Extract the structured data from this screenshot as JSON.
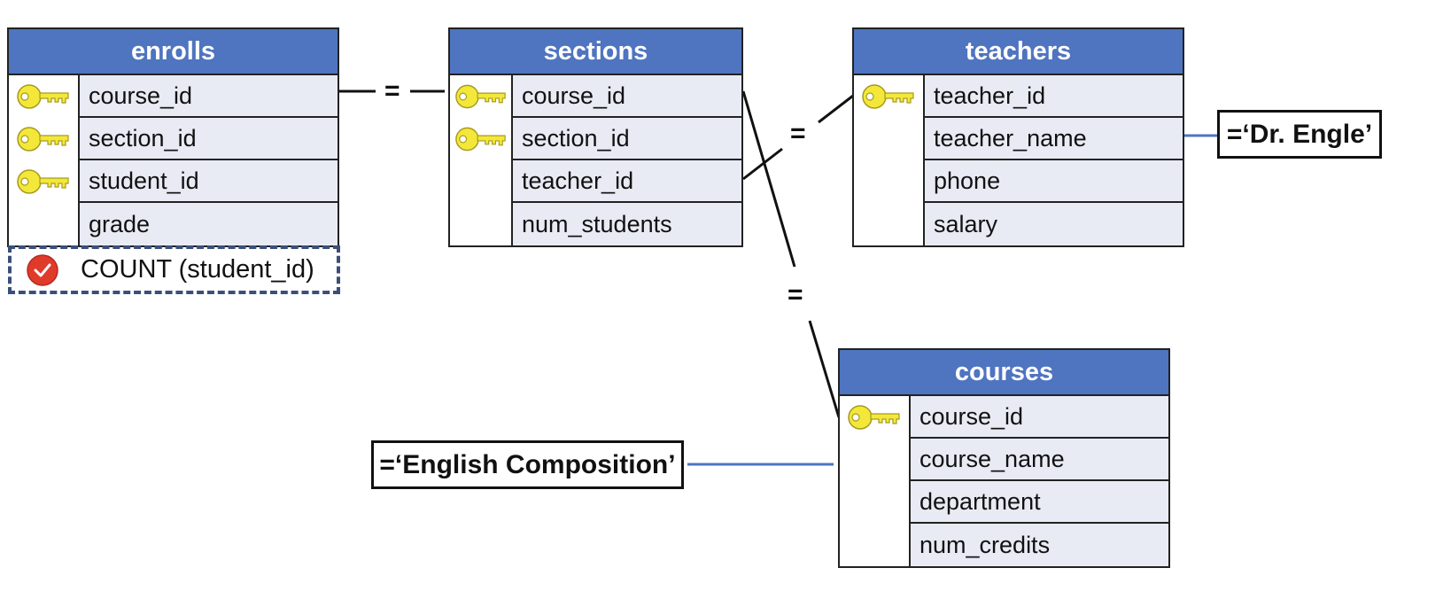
{
  "tables": {
    "enrolls": {
      "title": "enrolls",
      "fields": [
        "course_id",
        "section_id",
        "student_id",
        "grade"
      ],
      "keys": [
        true,
        true,
        true,
        false
      ]
    },
    "sections": {
      "title": "sections",
      "fields": [
        "course_id",
        "section_id",
        "teacher_id",
        "num_students"
      ],
      "keys": [
        true,
        true,
        false,
        false
      ]
    },
    "teachers": {
      "title": "teachers",
      "fields": [
        "teacher_id",
        "teacher_name",
        "phone",
        "salary"
      ],
      "keys": [
        true,
        false,
        false,
        false
      ]
    },
    "courses": {
      "title": "courses",
      "fields": [
        "course_id",
        "course_name",
        "department",
        "num_credits"
      ],
      "keys": [
        true,
        false,
        false,
        false
      ]
    }
  },
  "aggregate": {
    "label": "COUNT (student_id)",
    "icon": "check-circle-icon"
  },
  "filters": {
    "teacher_name": "=‘Dr. Engle’",
    "course_name": "=‘English Composition’"
  },
  "joins": {
    "enrolls_sections": "=",
    "sections_teachers": "=",
    "sections_courses": "="
  },
  "colors": {
    "header": "#4f74c0",
    "row": "#e8ebf4",
    "key": "#f3e83a",
    "filter_line": "#4f74c0",
    "check": "#e03a2b"
  }
}
